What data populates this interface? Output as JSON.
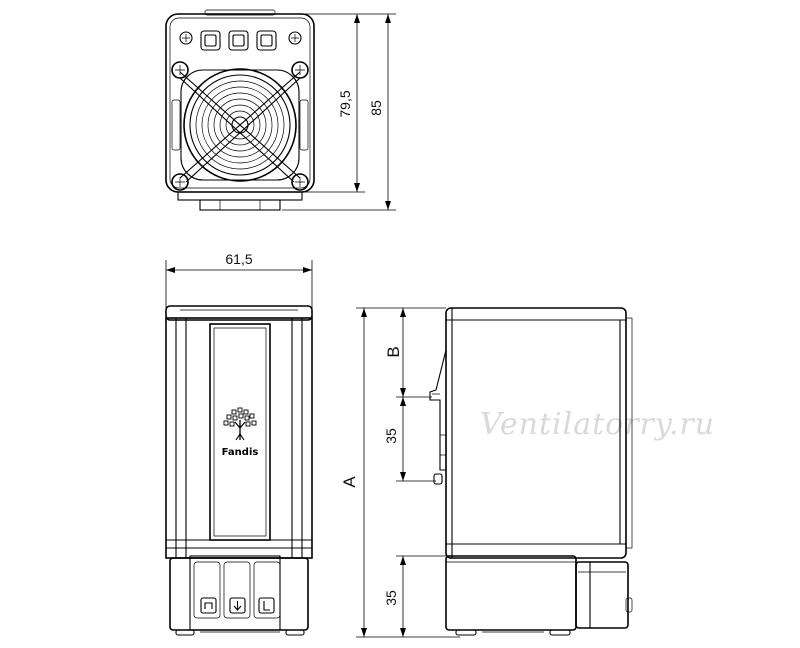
{
  "dimensions": {
    "height_inner": "79,5",
    "height_total": "85",
    "width": "61,5",
    "dim_a": "A",
    "dim_b": "B",
    "dim_35_upper": "35",
    "dim_35_lower": "35"
  },
  "logo": {
    "text": "Fandis"
  },
  "watermark": {
    "text": "Ventilatorry.ru"
  },
  "connector_symbols": [
    "n",
    "↓",
    "L"
  ]
}
